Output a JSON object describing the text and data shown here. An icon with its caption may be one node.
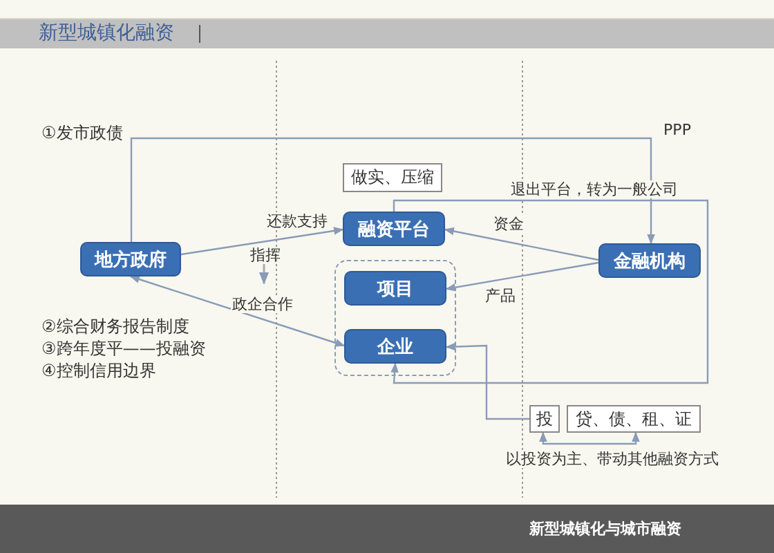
{
  "diagram": {
    "title": "新型城镇化融资",
    "nodes": [
      {
        "text": [
          "地方政府"
        ]
      },
      {
        "text": [
          "融资平台"
        ]
      },
      {
        "text": [],
        "shape": "box"
      },
      {
        "text": [
          "项目"
        ],
        "in": 2
      },
      {
        "text": [
          "企业"
        ],
        "in": 2
      },
      {
        "text": [
          "金融机构"
        ]
      },
      {
        "text": [
          "做实、压缩"
        ]
      },
      {
        "text": [
          "投"
        ]
      },
      {
        "text": [
          "贷、债、租、证"
        ]
      }
    ],
    "edges": [
      {
        "from": 0,
        "to": 1,
        "arrow": "to",
        "label": "还款支持"
      },
      {
        "from": 0,
        "to": 5,
        "arrow": "to",
        "label": "PPP"
      },
      {
        "from": 5,
        "to": 1,
        "arrow": "to",
        "label": "资金"
      },
      {
        "from": 5,
        "to": 3,
        "arrow": "to",
        "label": "产品"
      },
      {
        "from": 4,
        "to": 0,
        "arrow": "both",
        "label": "政企合作"
      },
      {
        "from": 1,
        "to": 4,
        "arrow": "to",
        "label": "退出平台，转为一般公司"
      },
      {
        "from": 7,
        "to": 4,
        "arrow": "to"
      },
      {
        "from": 8,
        "to": 7,
        "arrow": "both",
        "label": "以投资为主、带动其他融资方式"
      }
    ],
    "labels": [
      "①发市政债",
      "指挥",
      "②综合财务报告制度",
      "③跨年度平——投融资",
      "④控制信用边界",
      "新型城镇化与城市融资"
    ]
  }
}
